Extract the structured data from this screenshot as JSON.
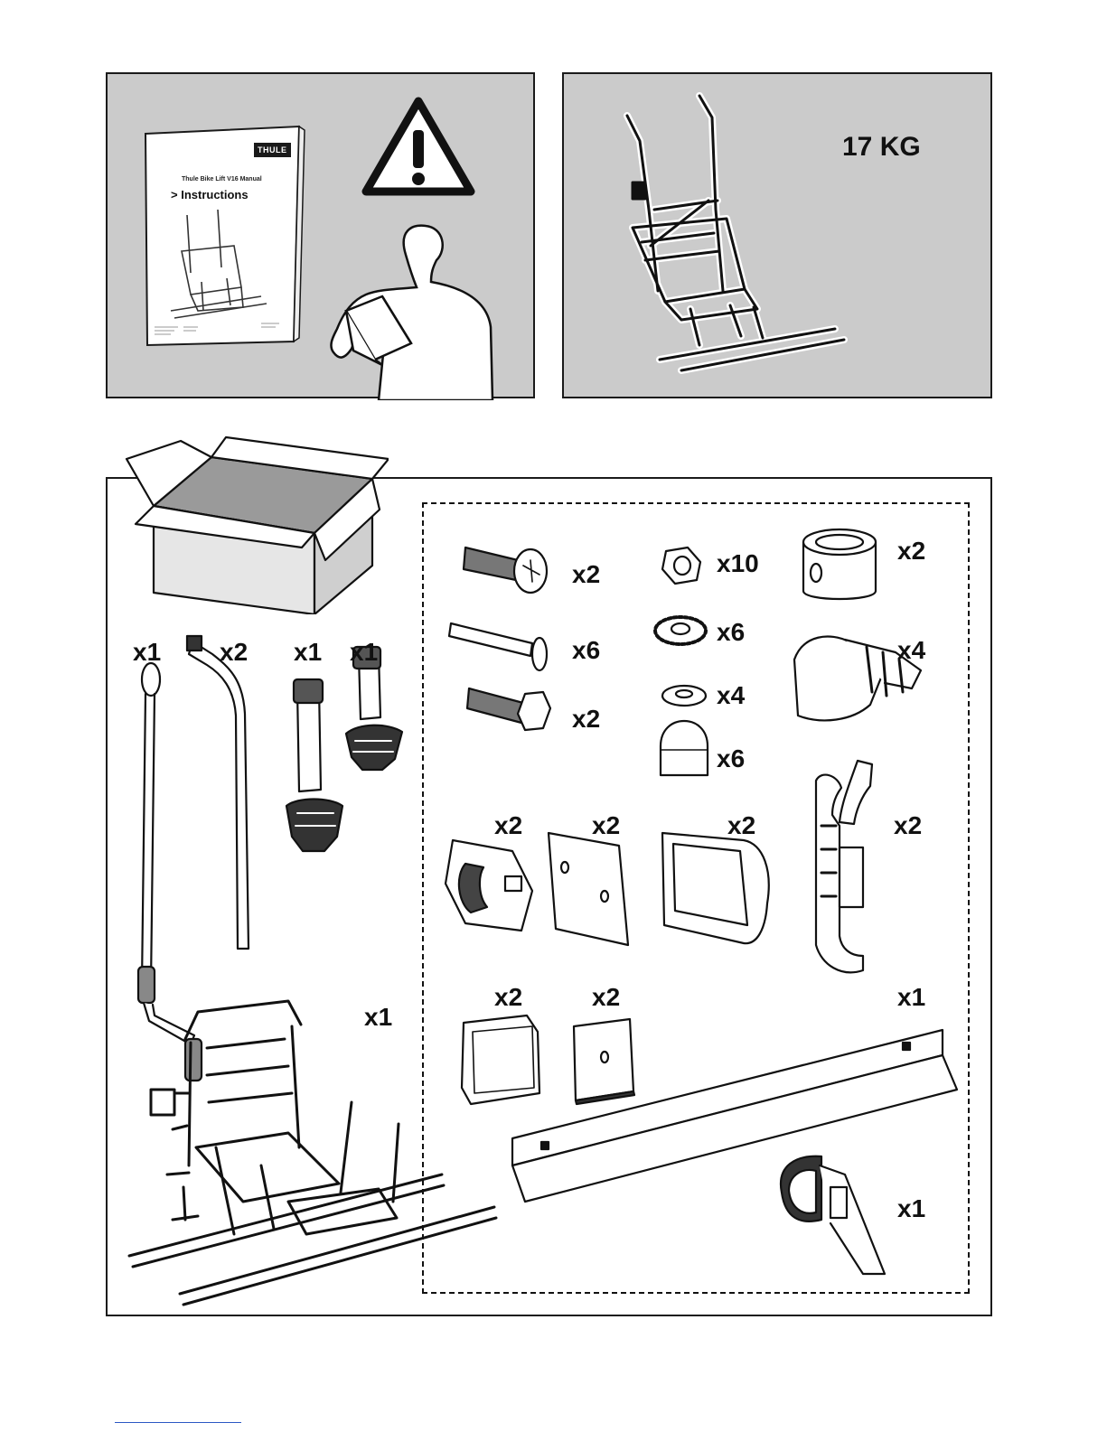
{
  "manual": {
    "brand": "THULE",
    "subtitle": "Thule Bike Lift V16 Manual",
    "title": "> Instructions"
  },
  "weight_label": "17 KG",
  "quantities": {
    "crank_handle": "x1",
    "tube": "x2",
    "wheel_holder_a": "x1",
    "wheel_holder_b": "x1",
    "carrier": "x1",
    "screw_pan": "x2",
    "carriage_bolt": "x6",
    "hex_bolt": "x2",
    "nut": "x10",
    "lock_washer": "x6",
    "flat_washer": "x4",
    "cap_nut": "x6",
    "sleeve": "x2",
    "end_cap_clip": "x4",
    "bracket_holder": "x2",
    "plate": "x2",
    "frame_cover": "x2",
    "clamp": "x2",
    "end_cap": "x2",
    "square_plate": "x2",
    "rail": "x1",
    "strap": "x1"
  },
  "colors": {
    "panel_grey": "#cbcbcb",
    "line": "#1a1a1a",
    "footer_link": "#2b58c4"
  }
}
